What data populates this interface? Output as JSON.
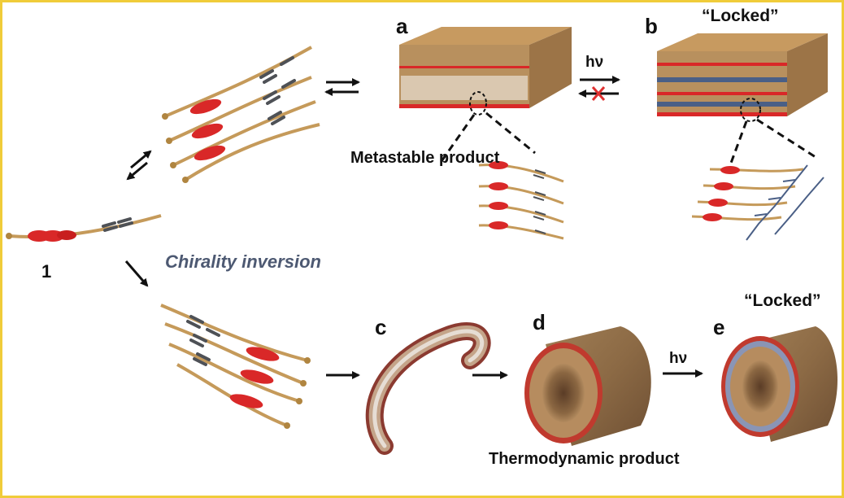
{
  "labels": {
    "a": "a",
    "b": "b",
    "c": "c",
    "d": "d",
    "e": "e",
    "locked_b": "“Locked”",
    "locked_e": "“Locked”",
    "metastable": "Metastable product",
    "thermodynamic": "Thermodynamic product",
    "compound": "1",
    "chirality": "Chirality inversion",
    "hv_top": "hν",
    "hv_bottom": "hν"
  },
  "colors": {
    "frame": "#f0cc3a",
    "tail": "#c59a5a",
    "aromatic": "#d92828",
    "diacetylene": "#4e5156",
    "crosslink": "#4a5f86",
    "blocked_x": "#e03030",
    "chirality_text": "#4d5972"
  }
}
